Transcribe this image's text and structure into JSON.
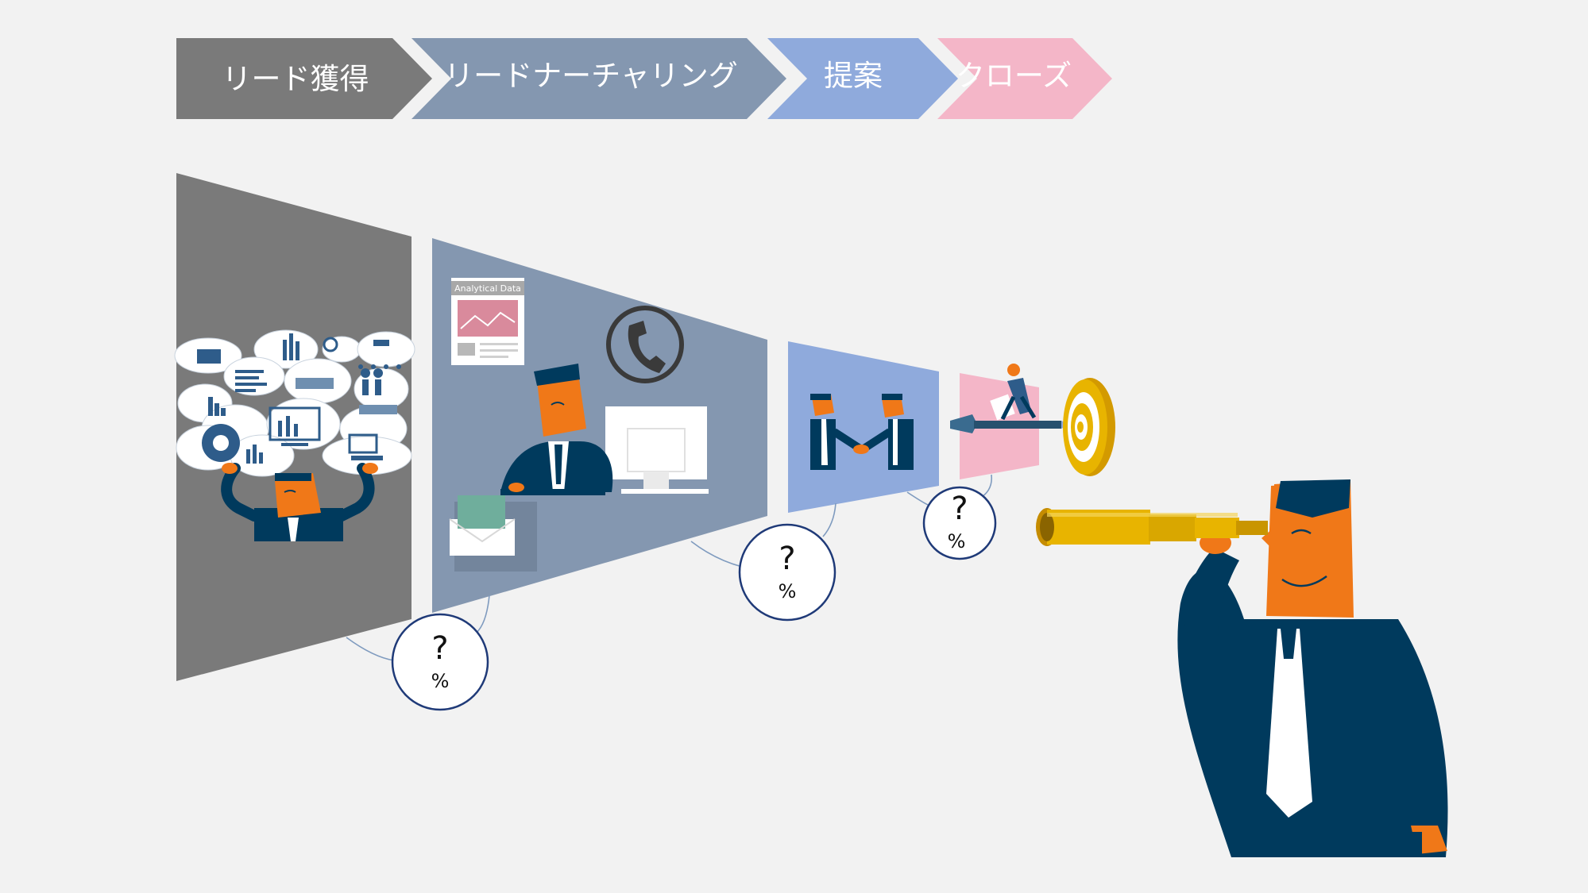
{
  "stages": [
    {
      "label": "リード獲得",
      "color": "#7a7a7a"
    },
    {
      "label": "リードナーチャリング",
      "color": "#8497b0"
    },
    {
      "label": "提案",
      "color": "#8faadc"
    },
    {
      "label": "クローズ",
      "color": "#f4b6c8"
    }
  ],
  "bubbles": [
    {
      "question": "?",
      "unit": "%"
    },
    {
      "question": "?",
      "unit": "%"
    },
    {
      "question": "?",
      "unit": "%"
    }
  ],
  "report_card": {
    "title": "Analytical Data"
  },
  "colors": {
    "navy": "#003a5d",
    "orange": "#f07818",
    "gold": "#e8b400",
    "background": "#f2f2f2"
  },
  "icons": {
    "cloud_icons": "data-cloud-icon",
    "phone": "phone-icon",
    "mail": "mail-icon",
    "monitor": "monitor-icon",
    "target": "target-icon",
    "dart": "dart-icon",
    "telescope": "telescope-icon"
  }
}
